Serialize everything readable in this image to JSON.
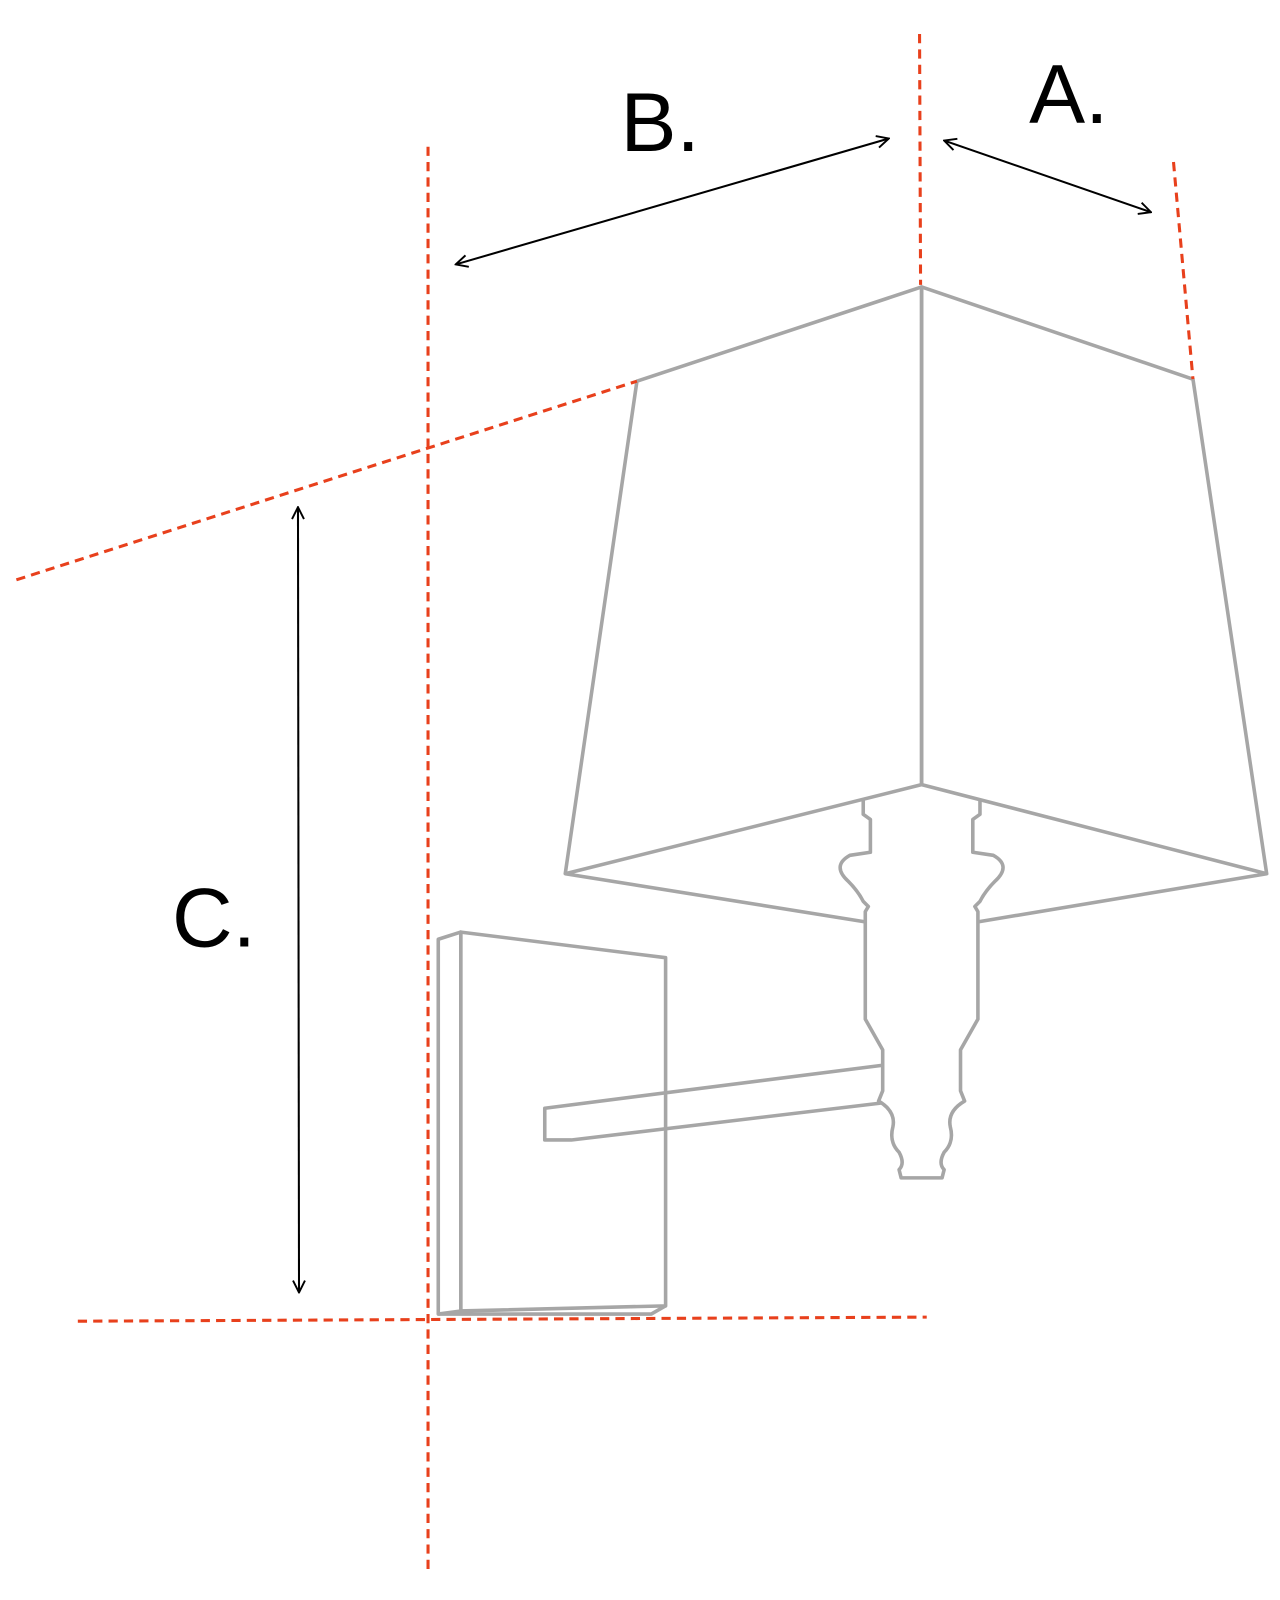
{
  "labels": {
    "a": "A.",
    "b": "B.",
    "c": "C."
  },
  "colors": {
    "guide": "#e8401c",
    "outline": "#a6a6a6",
    "arrow": "#000000"
  }
}
